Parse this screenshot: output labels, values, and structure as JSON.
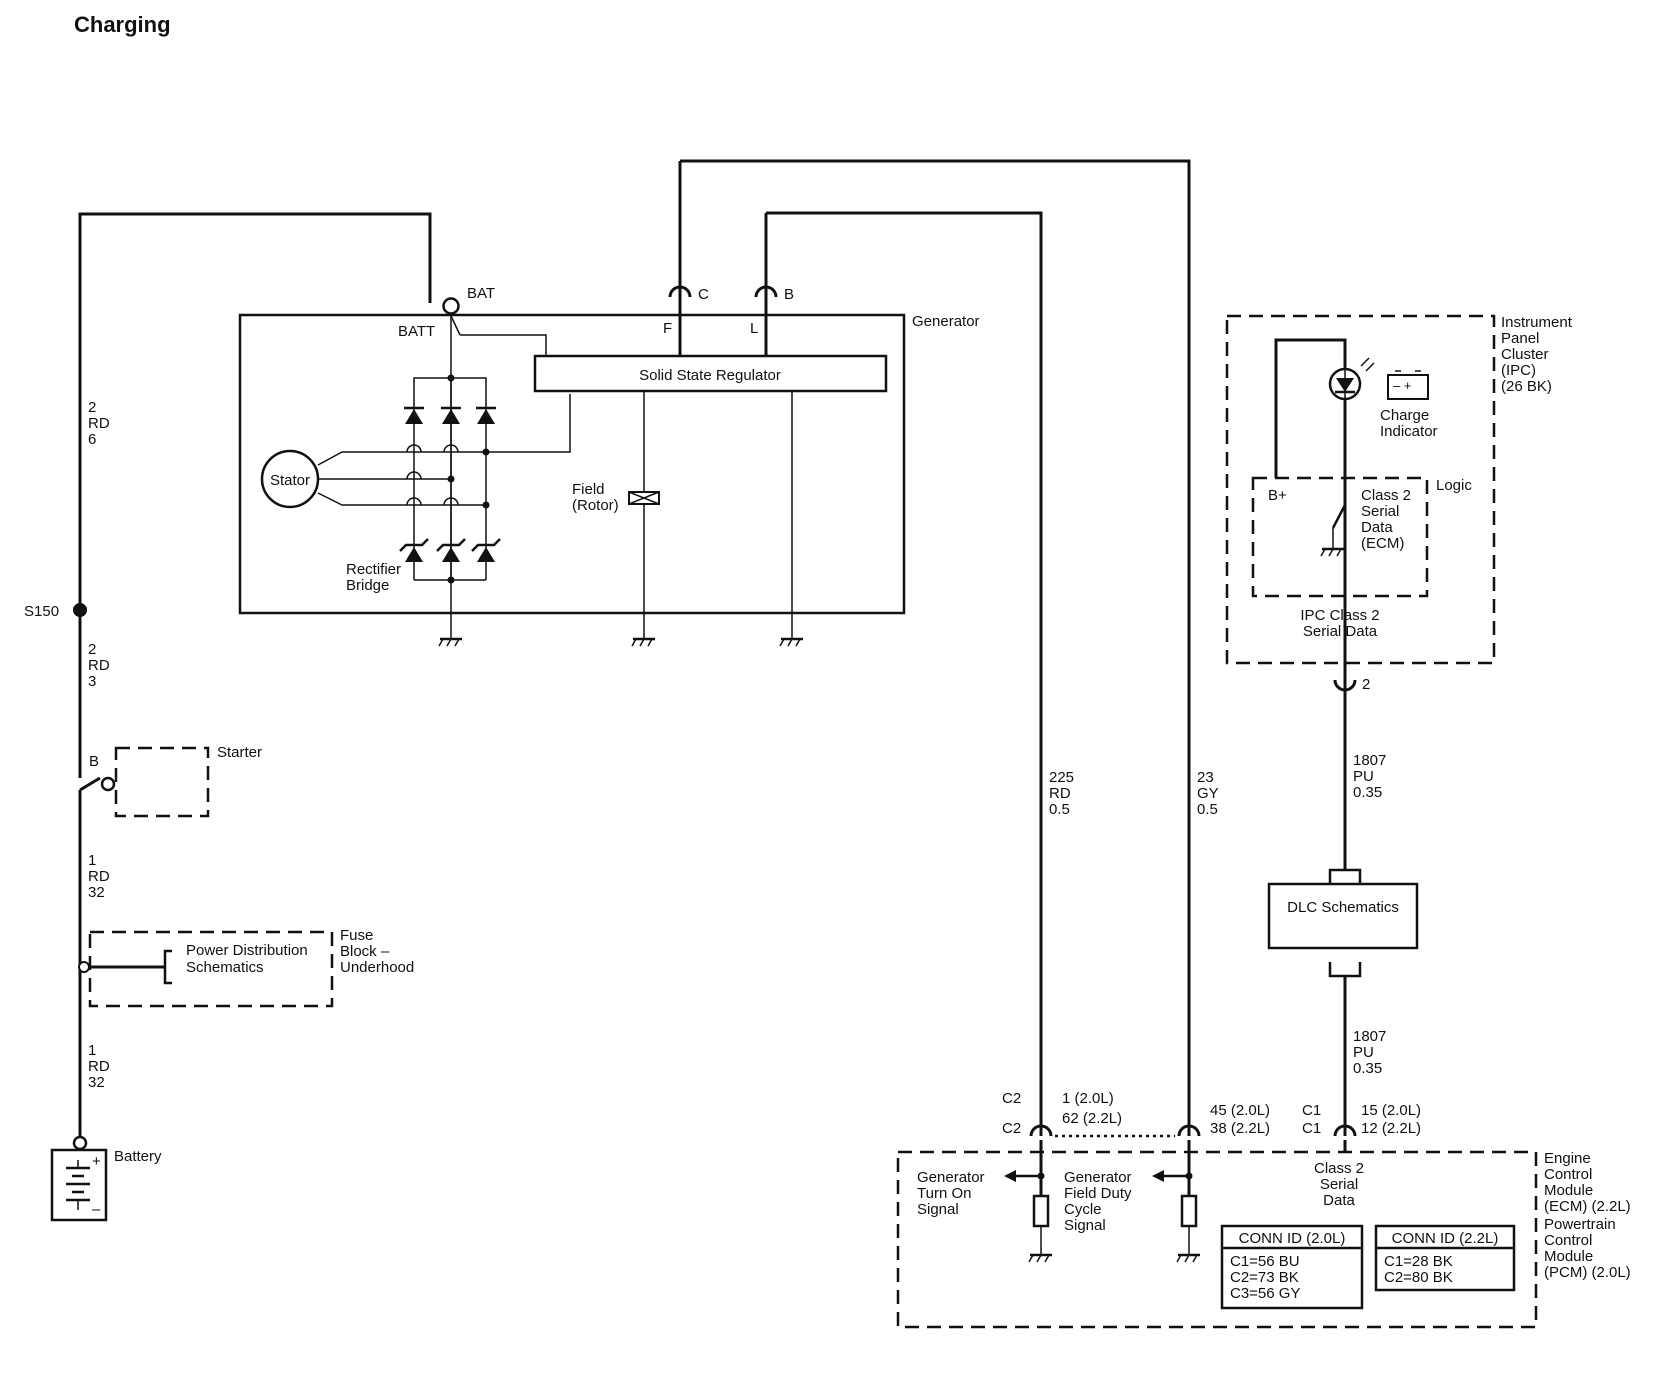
{
  "title": "Charging",
  "generator": {
    "label": "Generator",
    "bat_terminal": "BAT",
    "batt_label": "BATT",
    "pin_c": "C",
    "pin_b": "B",
    "pin_f": "F",
    "pin_l": "L",
    "regulator": "Solid State Regulator",
    "stator": "Stator",
    "field": [
      "Field",
      "(Rotor)"
    ],
    "rectifier": [
      "Rectifier",
      "Bridge"
    ]
  },
  "splice": "S150",
  "wires": {
    "upper_battery": [
      "2",
      "RD",
      "6"
    ],
    "splice_to_starter": [
      "2",
      "RD",
      "3"
    ],
    "starter_to_fuse": [
      "1",
      "RD",
      "32"
    ],
    "fuse_to_battery": [
      "1",
      "RD",
      "32"
    ],
    "turn_on": [
      "225",
      "RD",
      "0.5"
    ],
    "field_duty": [
      "23",
      "GY",
      "0.5"
    ],
    "ipc_to_dlc": [
      "1807",
      "PU",
      "0.35"
    ],
    "dlc_to_ecm": [
      "1807",
      "PU",
      "0.35"
    ]
  },
  "starter": {
    "label": "Starter",
    "pin": "B"
  },
  "fuse_block": {
    "inner": [
      "Power Distribution",
      "Schematics"
    ],
    "label": [
      "Fuse",
      "Block –",
      "Underhood"
    ]
  },
  "battery": {
    "label": "Battery",
    "plus": "+",
    "minus": "–"
  },
  "ipc": {
    "label": [
      "Instrument",
      "Panel",
      "Cluster",
      "(IPC)",
      "(26 BK)"
    ],
    "charge_indicator": [
      "Charge",
      "Indicator"
    ],
    "logic": "Logic",
    "b_plus": "B+",
    "serial": [
      "Class 2",
      "Serial",
      "Data",
      "(ECM)"
    ],
    "footer": [
      "IPC Class 2",
      "Serial Data"
    ],
    "pin": "2"
  },
  "dlc": {
    "label": "DLC Schematics"
  },
  "ecm": {
    "label": [
      "Engine",
      "Control",
      "Module",
      "(ECM) (2.2L)",
      "Powertrain",
      "Control",
      "Module",
      "(PCM) (2.0L)"
    ],
    "turn_on_signal": [
      "Generator",
      "Turn On",
      "Signal"
    ],
    "field_duty_signal": [
      "Generator",
      "Field Duty",
      "Cycle",
      "Signal"
    ],
    "serial": [
      "Class 2",
      "Serial",
      "Data"
    ],
    "conn_a_title": "CONN ID (2.0L)",
    "conn_a": [
      "C1=56 BU",
      "C2=73 BK",
      "C3=56 GY"
    ],
    "conn_b_title": "CONN ID (2.2L)",
    "conn_b": [
      "C1=28 BK",
      "C2=80 BK"
    ],
    "conn1": [
      "C2",
      "C2"
    ],
    "pin1": [
      "1 (2.0L)",
      "62 (2.2L)"
    ],
    "pin2": [
      "45 (2.0L)",
      "38 (2.2L)"
    ],
    "conn3": [
      "C1",
      "C1"
    ],
    "pin3": [
      "15 (2.0L)",
      "12 (2.2L)"
    ]
  }
}
